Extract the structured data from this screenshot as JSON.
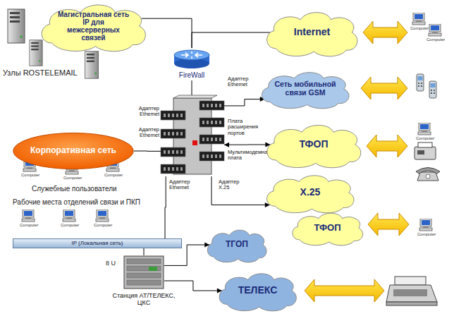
{
  "diagram": {
    "nodes": [
      {
        "text": [
          "Магистральная сеть IP для межсерверных связей"
        ]
      },
      {
        "text": [
          "Internet"
        ]
      },
      {
        "text": [
          "Сеть мобильной связи GSM"
        ]
      },
      {
        "text": [
          "FireWall"
        ]
      },
      {
        "text": [
          "Адаптер Ethemet",
          "Адаптер Ethemet",
          "Адаптер Ethemet",
          "Адаптер Ethemet",
          "Плата расширения портов",
          "Мультимодемная плата",
          "Адаптер X.25"
        ]
      },
      {
        "text": [
          "Корпоративная сеть"
        ]
      },
      {
        "text": [
          "ТФОП"
        ]
      },
      {
        "text": [
          "X.25"
        ]
      },
      {
        "text": [
          "ТФОП"
        ]
      },
      {
        "text": [
          "IP (Локальная сеть)"
        ]
      },
      {
        "text": [
          "Станция АТ/ТЕЛЕКС, ЦКС"
        ]
      },
      {
        "text": [
          "ТГОП"
        ]
      },
      {
        "text": [
          "ТЕЛЕКС"
        ]
      }
    ],
    "edges": [
      {
        "from": 3,
        "to": 0,
        "arrow": "none"
      },
      {
        "from": 3,
        "to": 1,
        "arrow": "none"
      },
      {
        "from": 3,
        "to": 4,
        "arrow": "none"
      },
      {
        "from": 4,
        "to": 2,
        "arrow": "to"
      },
      {
        "from": 4,
        "to": 6,
        "arrow": "both"
      },
      {
        "from": 4,
        "to": 7,
        "arrow": "to"
      },
      {
        "from": 4,
        "to": 5,
        "arrow": "none"
      },
      {
        "from": 4,
        "to": 9,
        "arrow": "none"
      },
      {
        "from": 9,
        "to": 10,
        "arrow": "none"
      },
      {
        "from": 10,
        "to": 11,
        "arrow": "to"
      },
      {
        "from": 10,
        "to": 12,
        "arrow": "to"
      }
    ],
    "labels": [
      "Узлы ROSTELEMAIL",
      "Служебные пользователи",
      "Рабочие места отделений связи и ПКП",
      "8 U",
      "Computer",
      "Computer",
      "Computer",
      "Computer",
      "Computer",
      "Computer",
      "Computer",
      "Computer",
      "Computer",
      "Computer"
    ]
  }
}
